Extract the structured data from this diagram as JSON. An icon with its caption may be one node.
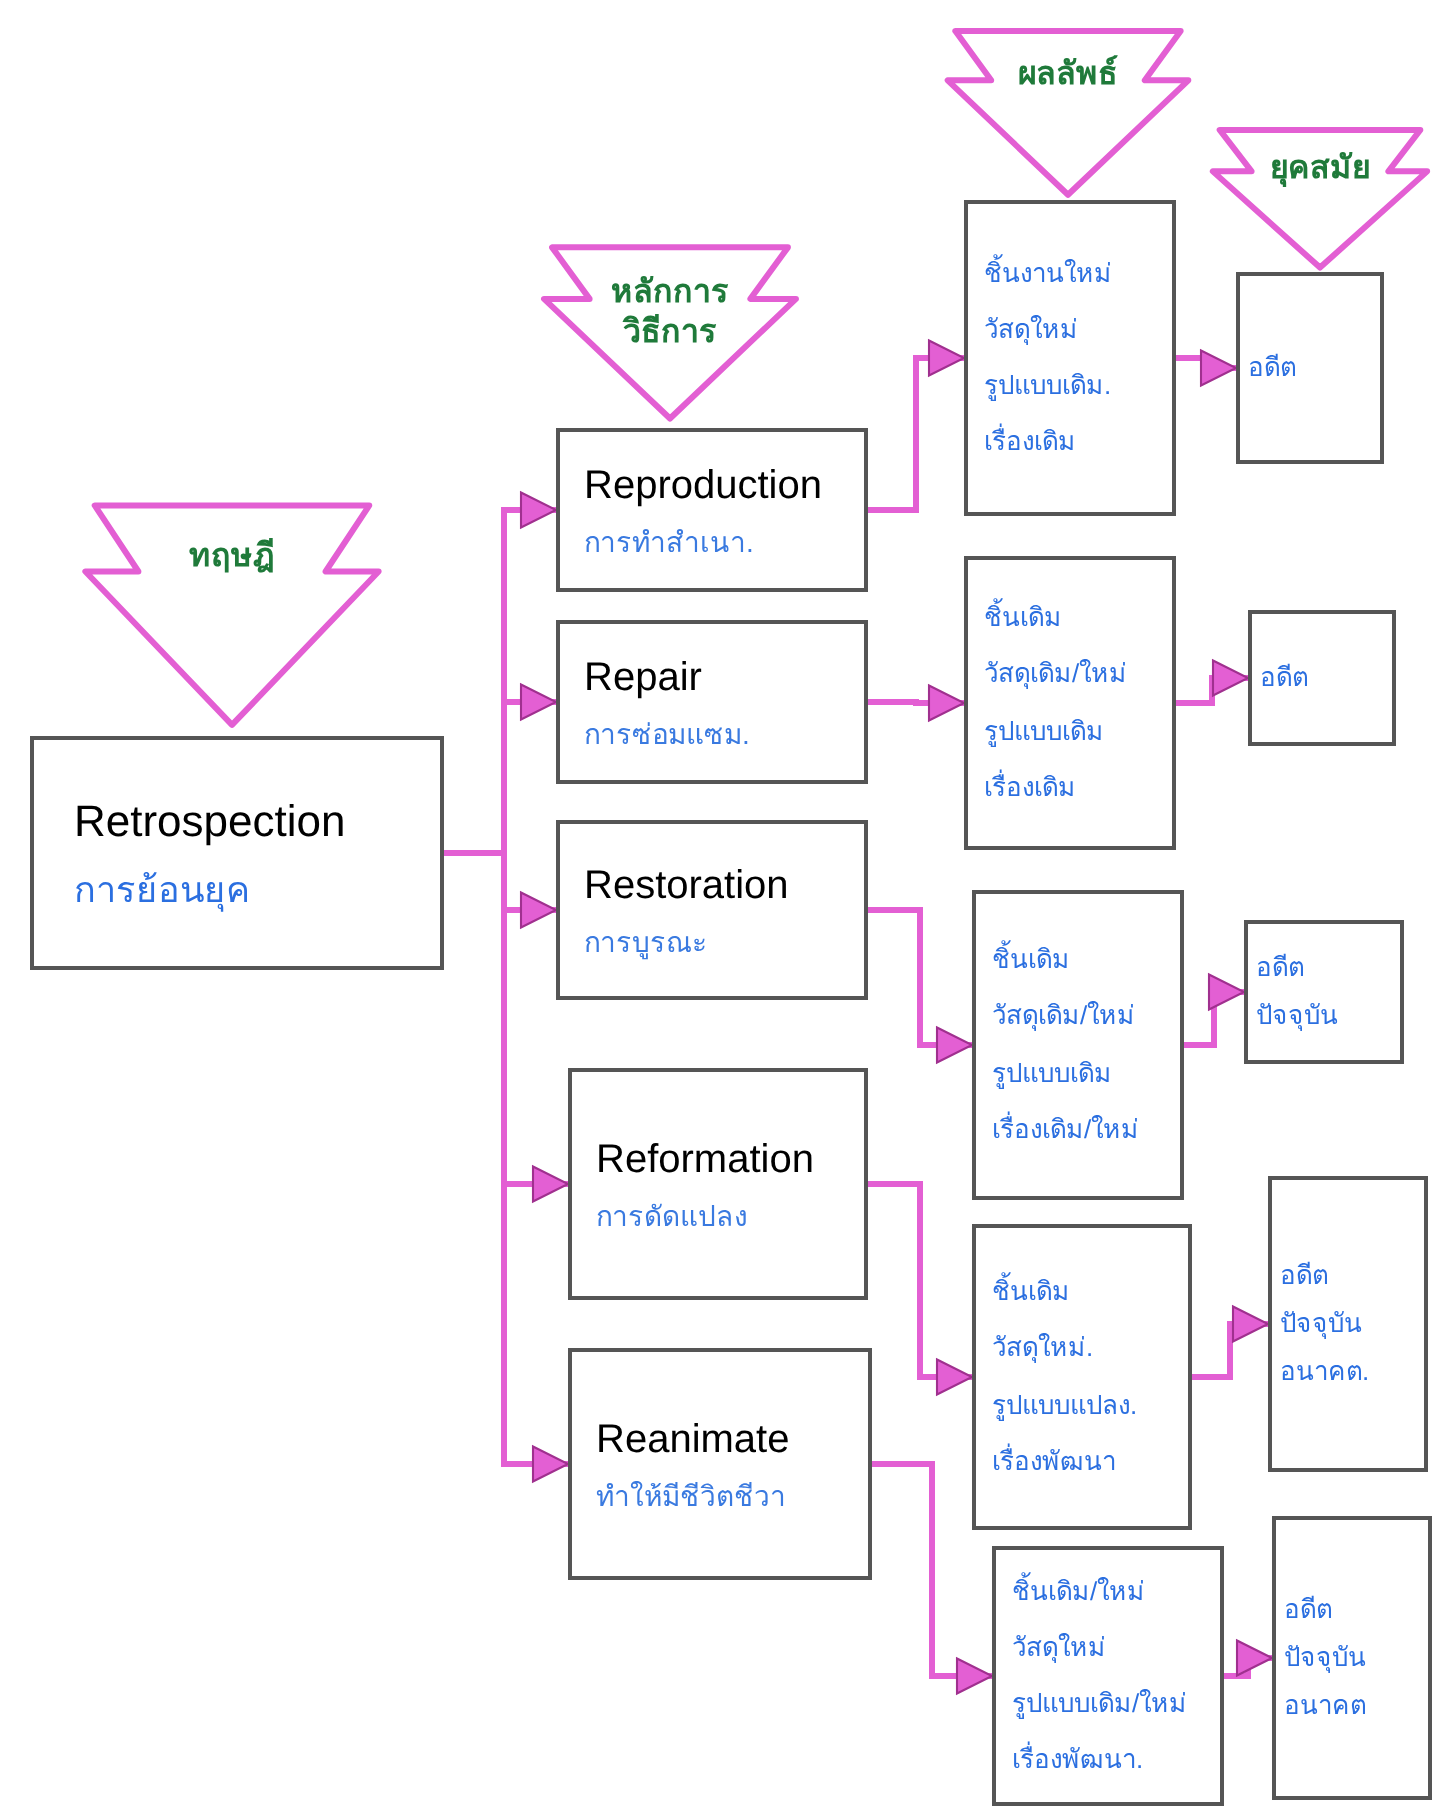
{
  "diagram": {
    "nodes": [
      {
        "text": [
          "ทฤษฎี"
        ]
      },
      {
        "text": [
          "Retrospection",
          "การย้อนยุค"
        ]
      },
      {
        "text": [
          "หลักการวิธีการ"
        ]
      },
      {
        "text": [
          "Reproduction",
          "การทำสำเนา."
        ]
      },
      {
        "text": [
          "Repair",
          "การซ่อมแซม."
        ]
      },
      {
        "text": [
          "Restoration",
          "การบูรณะ"
        ]
      },
      {
        "text": [
          "Reformation",
          "การดัดแปลง"
        ]
      },
      {
        "text": [
          "Reanimate",
          "ทำให้มีชีวิตชีวา"
        ]
      },
      {
        "text": [
          "ผลลัพธ์"
        ]
      },
      {
        "text": [
          "ชิ้นงานใหม่",
          "วัสดุใหม่",
          "รูปแบบเดิม.",
          "เรื่องเดิม"
        ]
      },
      {
        "text": [
          "ชิ้นเดิม",
          "วัสดุเดิม/ใหม่",
          "รูปแบบเดิม",
          "เรื่องเดิม"
        ]
      },
      {
        "text": [
          "ชิ้นเดิม",
          "วัสดุเดิม/ใหม่",
          "รูปแบบเดิม",
          "เรื่องเดิม/ใหม่"
        ]
      },
      {
        "text": [
          "ชิ้นเดิม",
          "วัสดุใหม่.",
          "รูปแบบแปลง.",
          "เรื่องพัฒนา"
        ]
      },
      {
        "text": [
          "ชิ้นเดิม/ใหม่",
          "วัสดุใหม่",
          "รูปแบบเดิม/ใหม่",
          "เรื่องพัฒนา."
        ]
      },
      {
        "text": [
          "ยุคสมัย"
        ]
      },
      {
        "text": [
          "อดีต"
        ]
      },
      {
        "text": [
          "อดีต"
        ]
      },
      {
        "text": [
          "อดีต",
          "ปัจจุบัน"
        ]
      },
      {
        "text": [
          "อดีต",
          "ปัจจุบัน",
          "อนาคต."
        ]
      },
      {
        "text": [
          "อดีต",
          "ปัจจุบัน",
          "อนาคต"
        ]
      }
    ],
    "edges": [
      {
        "from": 1,
        "to": 3,
        "arrow": "to"
      },
      {
        "from": 1,
        "to": 4,
        "arrow": "to"
      },
      {
        "from": 1,
        "to": 5,
        "arrow": "to"
      },
      {
        "from": 1,
        "to": 6,
        "arrow": "to"
      },
      {
        "from": 1,
        "to": 7,
        "arrow": "to"
      },
      {
        "from": 3,
        "to": 9,
        "arrow": "to"
      },
      {
        "from": 4,
        "to": 10,
        "arrow": "to"
      },
      {
        "from": 5,
        "to": 11,
        "arrow": "to"
      },
      {
        "from": 6,
        "to": 12,
        "arrow": "to"
      },
      {
        "from": 7,
        "to": 13,
        "arrow": "to"
      },
      {
        "from": 9,
        "to": 15,
        "arrow": "to"
      },
      {
        "from": 10,
        "to": 16,
        "arrow": "to"
      },
      {
        "from": 11,
        "to": 17,
        "arrow": "to"
      },
      {
        "from": 12,
        "to": 18,
        "arrow": "to"
      },
      {
        "from": 13,
        "to": 19,
        "arrow": "to"
      }
    ]
  }
}
